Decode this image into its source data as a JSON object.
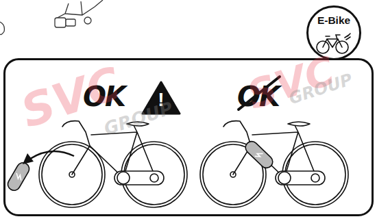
{
  "diagram": {
    "nodes": [
      {
        "text": [
          "E-Bike"
        ]
      },
      {
        "text": [
          "OK",
          "OK"
        ]
      },
      {
        "text": [
          "!"
        ],
        "in": 1
      }
    ],
    "labels": [
      "SVC",
      "GROUP",
      "SVC",
      "GROUP"
    ]
  }
}
